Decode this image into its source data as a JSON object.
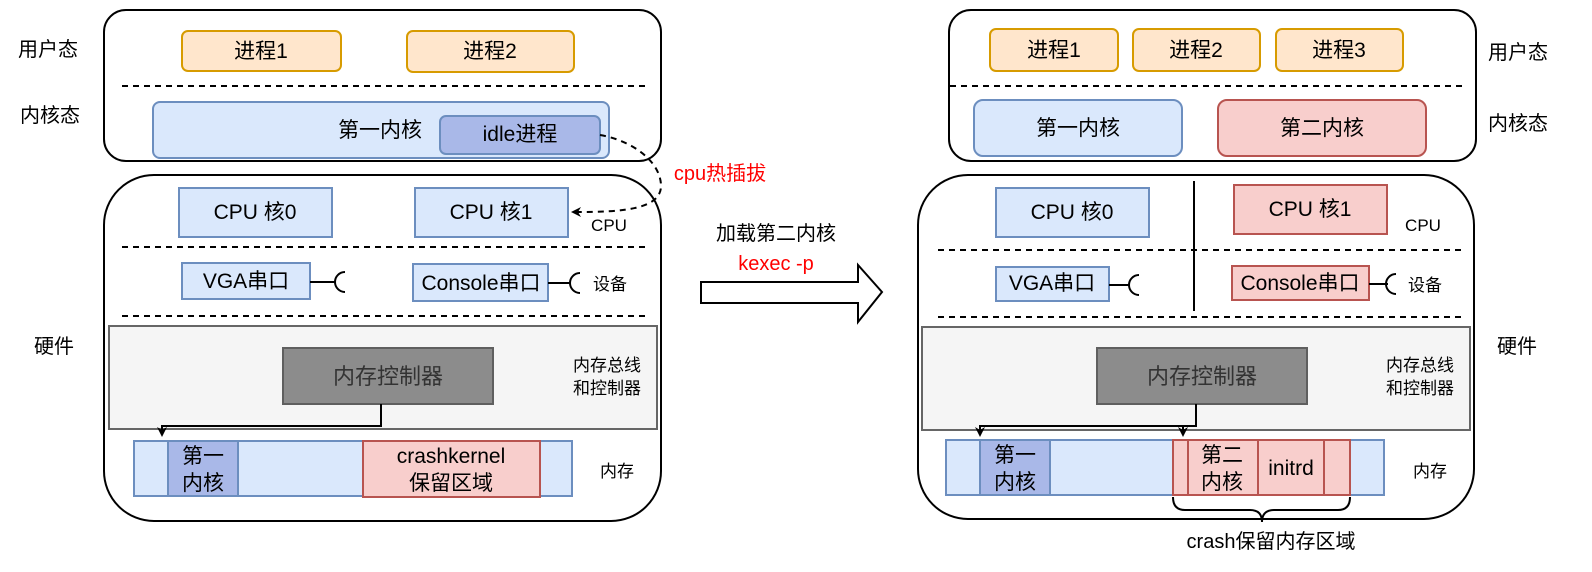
{
  "title": "kdump crash kernel loading diagram",
  "colors": {
    "process_fill": "#ffe6cc",
    "process_stroke": "#d79b00",
    "kernel1_fill": "#dae8fc",
    "kernel1_stroke": "#6c8ebf",
    "kernel2_fill": "#f8cecc",
    "kernel2_stroke": "#b85450",
    "highlight_text": "#ff0000"
  },
  "left": {
    "labels": {
      "user_mode": "用户态",
      "kernel_mode": "内核态",
      "hardware": "硬件"
    },
    "processes": [
      "进程1",
      "进程2"
    ],
    "first_kernel": "第一内核",
    "idle_process": "idle进程",
    "cpus": [
      "CPU 核0",
      "CPU 核1"
    ],
    "cpu_label": "CPU",
    "devices": [
      "VGA串口",
      "Console串口"
    ],
    "device_label": "设备",
    "memory_controller": "内存控制器",
    "bus_label_line1": "内存总线",
    "bus_label_line2": "和控制器",
    "memory_label": "内存",
    "mem_first_kernel_line1": "第一",
    "mem_first_kernel_line2": "内核",
    "crashkernel_line1": "crashkernel",
    "crashkernel_line2": "保留区域"
  },
  "hotplug_label": "cpu热插拔",
  "arrow": {
    "line1": "加载第二内核",
    "line2": "kexec -p"
  },
  "right": {
    "labels": {
      "user_mode": "用户态",
      "kernel_mode": "内核态",
      "hardware": "硬件"
    },
    "processes": [
      "进程1",
      "进程2",
      "进程3"
    ],
    "first_kernel": "第一内核",
    "second_kernel": "第二内核",
    "cpus": [
      "CPU 核0",
      "CPU 核1"
    ],
    "cpu_label": "CPU",
    "devices": [
      "VGA串口",
      "Console串口"
    ],
    "device_label": "设备",
    "memory_controller": "内存控制器",
    "bus_label_line1": "内存总线",
    "bus_label_line2": "和控制器",
    "memory_label": "内存",
    "mem_first_kernel_line1": "第一",
    "mem_first_kernel_line2": "内核",
    "mem_second_kernel_line1": "第二",
    "mem_second_kernel_line2": "内核",
    "initrd": "initrd",
    "crash_region_label": "crash保留内存区域"
  }
}
